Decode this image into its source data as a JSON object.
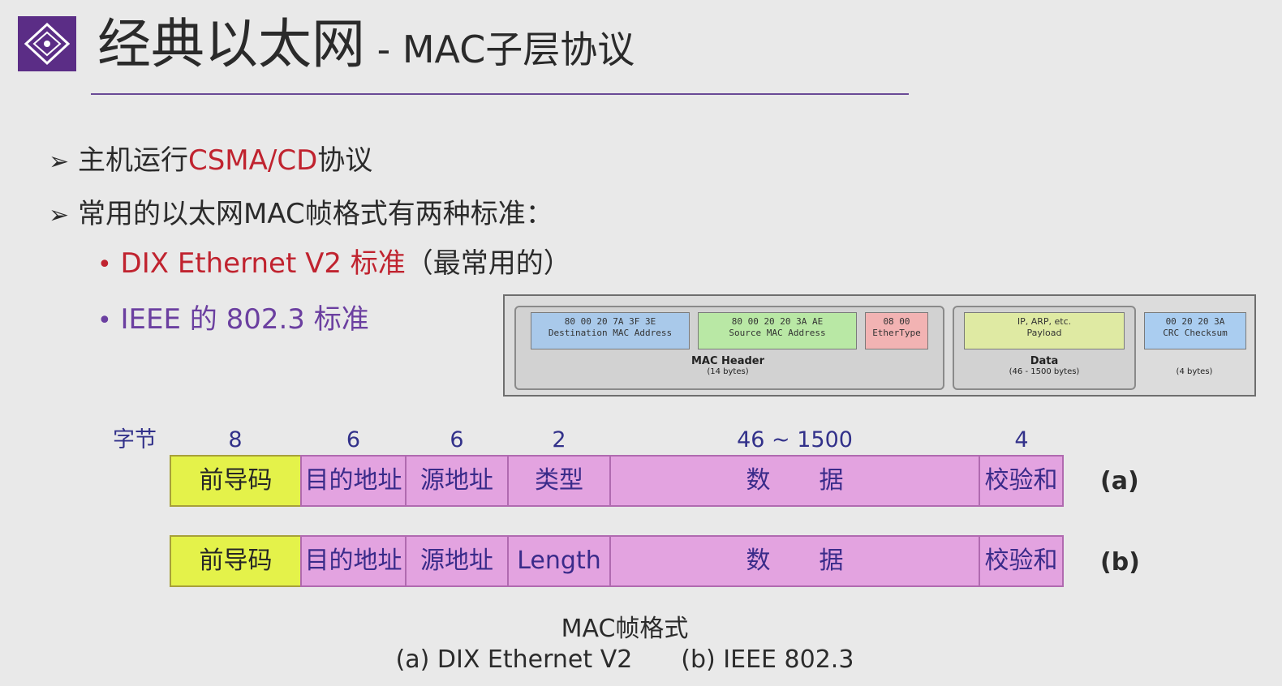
{
  "header": {
    "title_main": "经典以太网",
    "title_sub": " - MAC子层协议"
  },
  "bullets": {
    "b1_prefix": "主机运行",
    "b1_highlight": "CSMA/CD",
    "b1_suffix": "协议",
    "b2": "常用的以太网MAC帧格式有两种标准：",
    "s1_highlight": "DIX Ethernet V2 标准",
    "s1_suffix": "（最常用的）",
    "s2": "IEEE 的 802.3 标准"
  },
  "frame_illustration": {
    "dest_hex": "80  00  20  7A  3F  3E",
    "dest_label": "Destination MAC Address",
    "src_hex": "80  00  20  20  3A  AE",
    "src_label": "Source MAC Address",
    "type_hex": "08  00",
    "type_label": "EtherType",
    "payload_line1": "IP, ARP, etc.",
    "payload_line2": "Payload",
    "crc_hex": "00  20  20  3A",
    "crc_label": "CRC Checksum",
    "header_label": "MAC Header",
    "header_size": "(14 bytes)",
    "data_label": "Data",
    "data_size": "(46 - 1500 bytes)",
    "crc_size": "(4 bytes)",
    "colors": {
      "dest": "#a9c9ea",
      "src": "#b9e8a5",
      "type": "#f2b3b3",
      "payload": "#dfeaa3",
      "crc": "#aacdf0"
    }
  },
  "mac_frame": {
    "bytes_label": "字节",
    "byte_counts": [
      "8",
      "6",
      "6",
      "2",
      "46 ~ 1500",
      "4"
    ],
    "row_a": {
      "cells": [
        "前导码",
        "目的地址",
        "源地址",
        "类型",
        "数　　据",
        "校验和"
      ],
      "label": "(a)"
    },
    "row_b": {
      "cells": [
        "前导码",
        "目的地址",
        "源地址",
        "Length",
        "数　　据",
        "校验和"
      ],
      "label": "(b)"
    },
    "caption_line1": "MAC帧格式",
    "caption_line2": "(a) DIX Ethernet V2　　(b) IEEE 802.3",
    "colors": {
      "preamble": "#e4f24a",
      "field": "#e3a3e0"
    }
  }
}
